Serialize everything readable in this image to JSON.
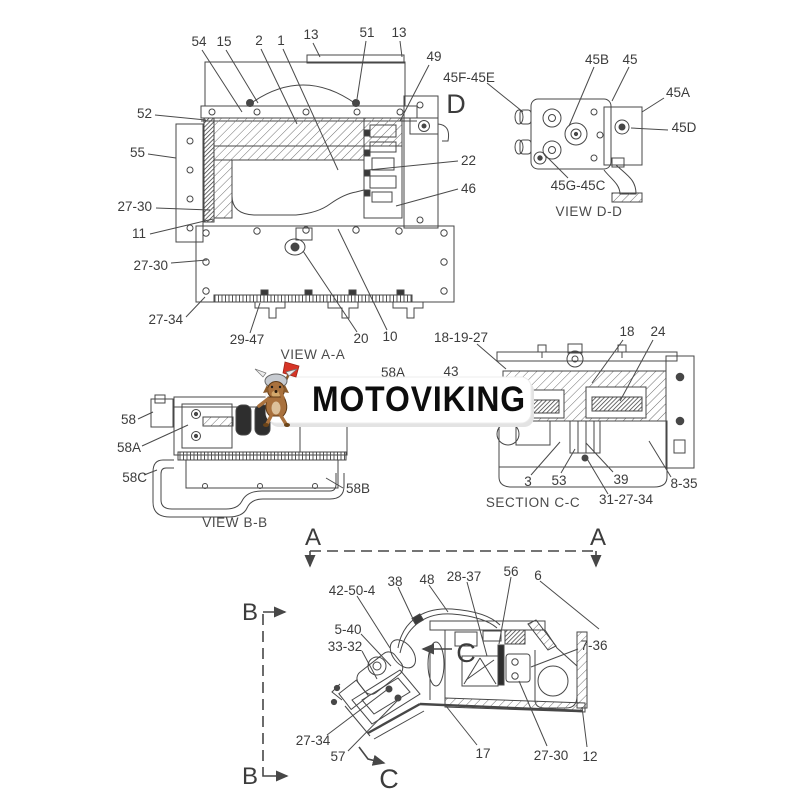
{
  "page": {
    "background": "#ffffff"
  },
  "watermark": {
    "brand": "MOTOVIKING",
    "mascot": "viking-dog-mascot",
    "banner_bg": "#ffffff",
    "text_color": "#0d0d0d",
    "accent_red": "#d63426"
  },
  "drawing": {
    "line_color": "#474747",
    "captions": {
      "view_aa": "VIEW A-A",
      "view_dd": "VIEW D-D",
      "view_bb": "VIEW B-B",
      "section_cc": "SECTION C-C"
    },
    "section_letters": {
      "a": "A",
      "b": "B",
      "c": "C",
      "d": "D"
    },
    "callouts": {
      "main_view": [
        "54",
        "15",
        "2",
        "1",
        "13",
        "51",
        "13",
        "49",
        "52",
        "55",
        "27-30",
        "11",
        "27-30",
        "27-34",
        "29-47",
        "20",
        "10",
        "22",
        "46"
      ],
      "center": [
        "58A",
        "43"
      ],
      "view_dd": [
        "45F-45E",
        "45B",
        "45",
        "45A",
        "45D",
        "45G-45C"
      ],
      "view_bb": [
        "58",
        "58A",
        "58C",
        "58B"
      ],
      "section_cc": [
        "18-19-27",
        "18",
        "24",
        "3",
        "53",
        "39",
        "31-27-34",
        "8-35"
      ],
      "bottom_view": [
        "42-50-4",
        "38",
        "48",
        "28-37",
        "56",
        "6",
        "5-40",
        "33-32",
        "7-36",
        "27-34",
        "57",
        "17",
        "27-30",
        "12"
      ]
    }
  }
}
